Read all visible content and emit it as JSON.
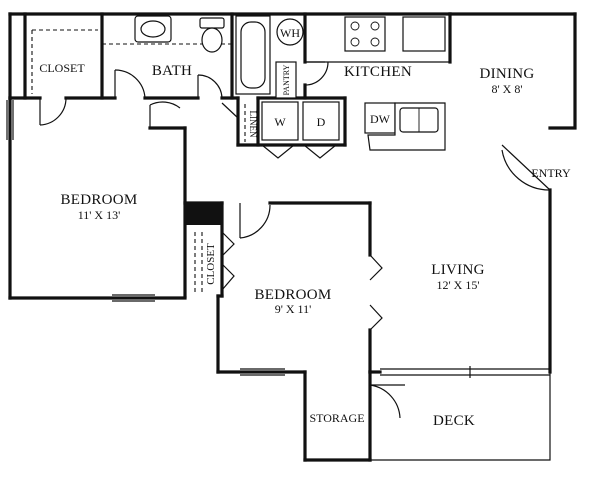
{
  "rooms": {
    "closet_top": {
      "name": "CLOSET"
    },
    "bath": {
      "name": "BATH"
    },
    "kitchen": {
      "name": "KITCHEN"
    },
    "dining": {
      "name": "DINING",
      "dim": "8' X 8'"
    },
    "bedroom_main": {
      "name": "BEDROOM",
      "dim": "11' X 13'"
    },
    "bedroom_second": {
      "name": "BEDROOM",
      "dim": "9' X 11'"
    },
    "closet_side": {
      "name": "CLOSET"
    },
    "living": {
      "name": "LIVING",
      "dim": "12' X 15'"
    },
    "storage": {
      "name": "STORAGE"
    },
    "deck": {
      "name": "DECK"
    },
    "entry": {
      "name": "ENTRY"
    }
  },
  "fixtures": {
    "water_heater": "WH",
    "pantry": "PANTRY",
    "linen": "LINEN",
    "washer": "W",
    "dryer": "D",
    "dishwasher": "DW"
  }
}
